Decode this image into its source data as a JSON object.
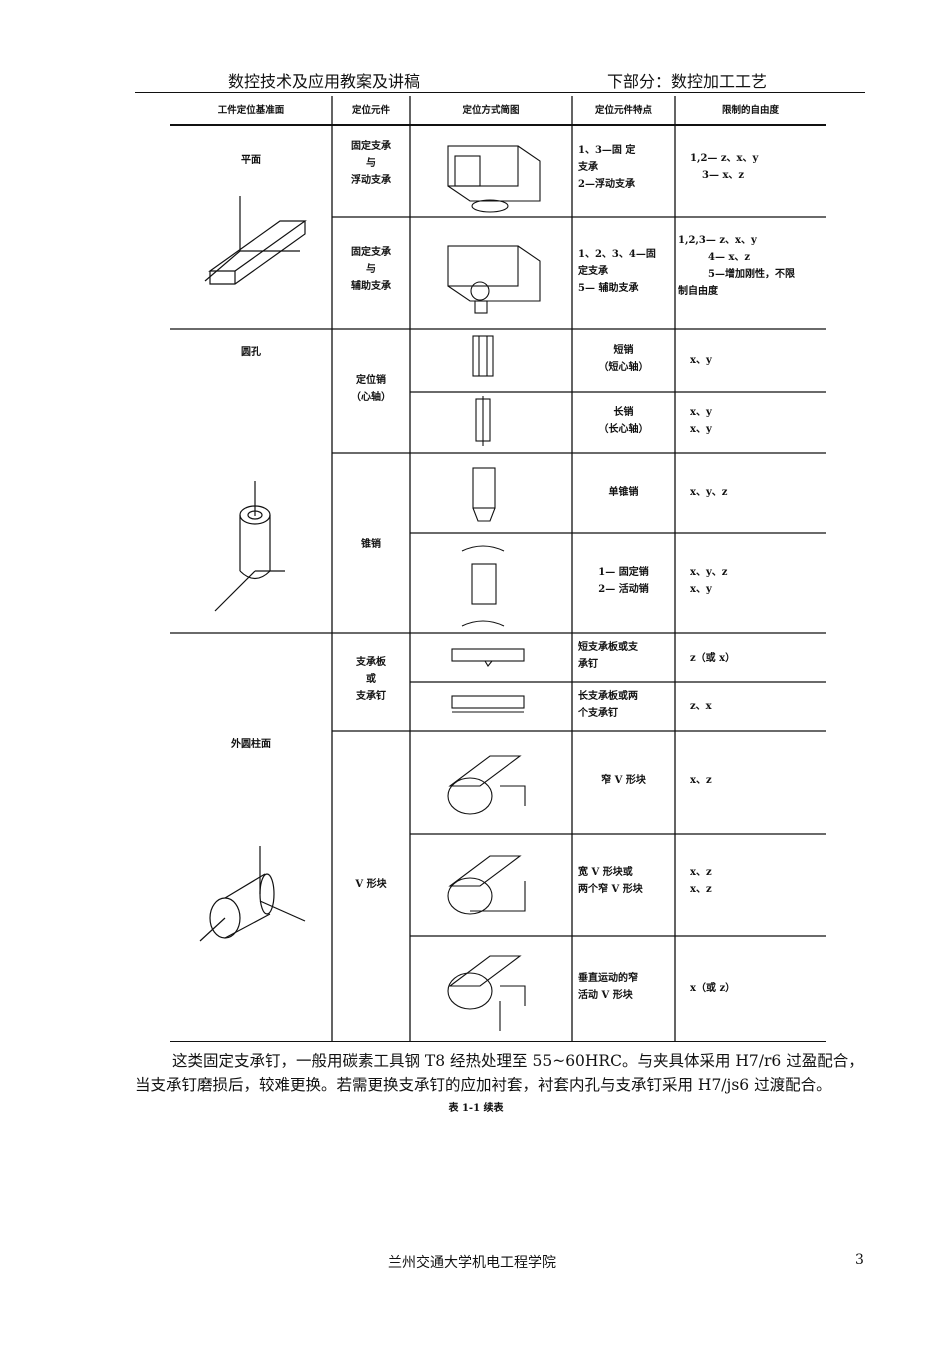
{
  "header": {
    "left": "数控技术及应用教案及讲稿",
    "right": "下部分：数控加工工艺"
  },
  "table": {
    "columns": [
      "工件定位基准面",
      "定位元件",
      "定位方式简图",
      "定位元件特点",
      "限制的自由度"
    ],
    "rows": [
      {
        "base": "平面",
        "element": [
          "固定支承",
          "与",
          "浮动支承"
        ],
        "feature": [
          "1、3—固 定",
          "支承",
          "2—浮动支承"
        ],
        "dof": [
          "1,2— z、x、y",
          "3— x、z"
        ]
      },
      {
        "base": "",
        "element": [
          "固定支承",
          "与",
          "辅助支承"
        ],
        "feature": [
          "1、2、3、4—固",
          "定支承",
          "5— 辅助支承"
        ],
        "dof": [
          "1,2,3— z、x、y",
          "4— x、z",
          "5—增加刚性，不限",
          "制自由度"
        ]
      },
      {
        "base": "圆孔",
        "element": [
          "定位销",
          "（心轴）"
        ],
        "feature": [
          "短销",
          "（短心轴）"
        ],
        "dof": [
          "x、y"
        ]
      },
      {
        "base": "",
        "element": [],
        "feature": [
          "长销",
          "（长心轴）"
        ],
        "dof": [
          "x、y",
          "x、y"
        ]
      },
      {
        "base": "",
        "element": [
          "锥销"
        ],
        "feature": [
          "单锥销"
        ],
        "dof": [
          "x、y、z"
        ]
      },
      {
        "base": "",
        "element": [],
        "feature": [
          "1— 固定销",
          "2— 活动销"
        ],
        "dof": [
          "x、y、z",
          "x、y"
        ]
      },
      {
        "base": "外圆柱面",
        "element": [
          "支承板",
          "或",
          "支承钉"
        ],
        "feature": [
          "短支承板或支",
          "承钉"
        ],
        "dof": [
          "z（或 x）"
        ]
      },
      {
        "base": "",
        "element": [],
        "feature": [
          "长支承板或两",
          "个支承钉"
        ],
        "dof": [
          "z、x"
        ]
      },
      {
        "base": "",
        "element": [
          "V 形块"
        ],
        "feature": [
          "窄 V 形块"
        ],
        "dof": [
          "x、z"
        ]
      },
      {
        "base": "",
        "element": [],
        "feature": [
          "宽 V 形块或",
          "两个窄 V 形块"
        ],
        "dof": [
          "x、z",
          "x、z"
        ]
      },
      {
        "base": "",
        "element": [],
        "feature": [
          "垂直运动的窄",
          "活动 V 形块"
        ],
        "dof": [
          "x（或 z）"
        ]
      }
    ]
  },
  "body_text": [
    "这类固定支承钉，一般用碳素工具钢 T8 经热处理至 55~60HRC。与夹具体采用 H7/r6 过盈配合，",
    "当支承钉磨损后，较难更换。若需更换支承钉的应加衬套，衬套内孔与支承钉采用 H7/js6 过渡配合。"
  ],
  "caption": "表 1-1 续表",
  "footer": "兰州交通大学机电工程学院",
  "page_number": "3"
}
